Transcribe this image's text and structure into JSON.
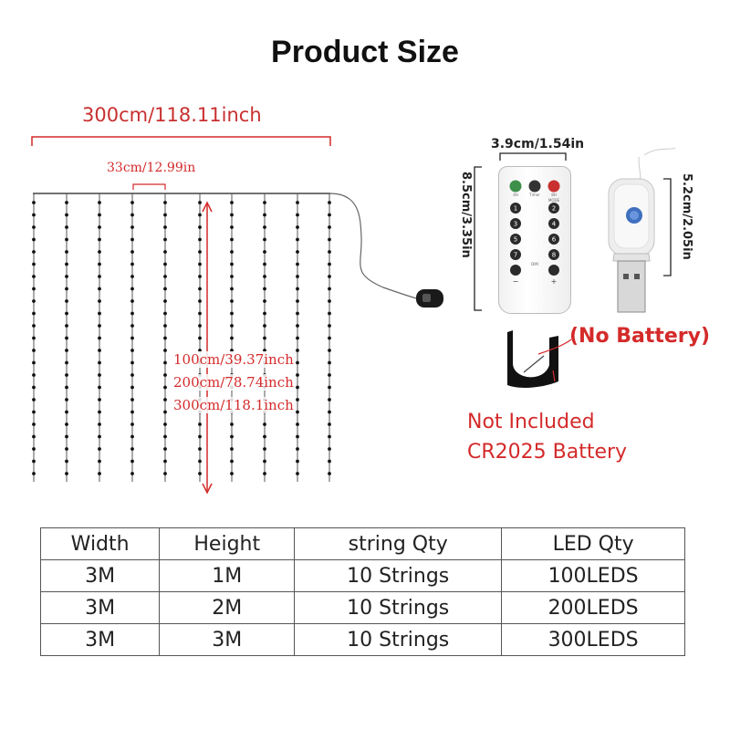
{
  "title": "Product Size",
  "curtain": {
    "width_label": "300cm/118.11inch",
    "spacing_label": "33cm/12.99in",
    "height_labels": [
      "100cm/39.37inch",
      "200cm/78.74inch",
      "300cm/118.1inch"
    ]
  },
  "remote": {
    "width_label": "3.9cm/1.54in",
    "height_label": "8.5cm/3.35in",
    "top_buttons": [
      "4H",
      "Timer",
      "8H"
    ],
    "mode_label": "MODE",
    "keys": [
      "1",
      "2",
      "3",
      "4",
      "5",
      "6",
      "7",
      "8"
    ],
    "dim_label": "DIM",
    "minus": "−",
    "plus": "+"
  },
  "usb": {
    "height_label": "5.2cm/2.05in"
  },
  "battery": {
    "no_battery": "(No Battery)",
    "note_line1": "Not Included",
    "note_line2": "CR2025 Battery"
  },
  "table": {
    "headers": [
      "Width",
      "Height",
      "string Qty",
      "LED Qty"
    ],
    "rows": [
      [
        "3M",
        "1M",
        "10 Strings",
        "100LEDS"
      ],
      [
        "3M",
        "2M",
        "10 Strings",
        "200LEDS"
      ],
      [
        "3M",
        "3M",
        "10 Strings",
        "300LEDS"
      ]
    ]
  }
}
